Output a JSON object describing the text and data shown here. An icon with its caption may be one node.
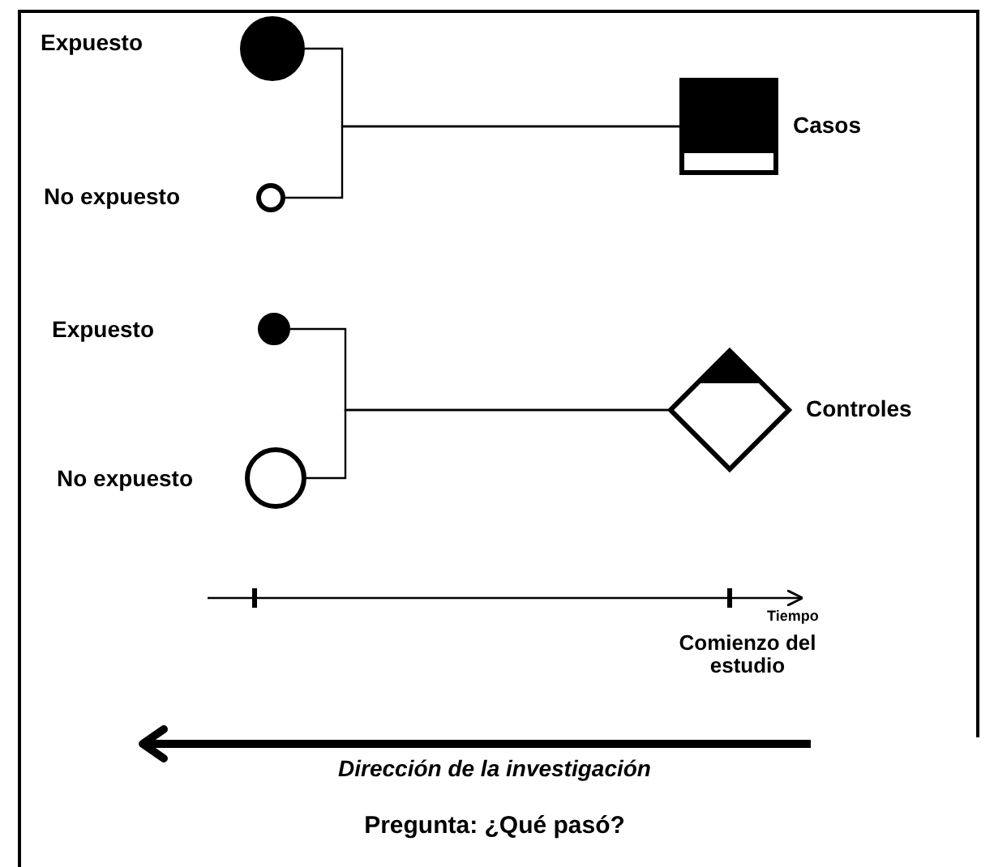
{
  "diagram": {
    "nodes": [
      {
        "text": [],
        "shape": "circle"
      },
      {
        "text": [],
        "shape": "circle",
        "beside": [
          "No expuesto"
        ]
      },
      {
        "text": [],
        "shape": "box",
        "beside": [
          "Casos"
        ]
      },
      {
        "text": [],
        "shape": "circle"
      },
      {
        "text": [],
        "shape": "circle",
        "beside": [
          "No expuesto"
        ]
      },
      {
        "text": [],
        "shape": "diamond",
        "beside": [
          "Controles"
        ]
      }
    ],
    "edges": [
      {
        "from": 0,
        "to": 2,
        "arrow": "none"
      },
      {
        "from": 1,
        "to": 2,
        "arrow": "none"
      },
      {
        "from": 3,
        "to": 5,
        "arrow": "none"
      },
      {
        "from": 4,
        "to": 5,
        "arrow": "none"
      }
    ],
    "labels": [
      "Expuesto",
      "Expuesto",
      "Tiempo",
      "Comienzo del estudio",
      "Dirección de la investigación",
      "Pregunta: ¿Qué pasó?"
    ]
  }
}
